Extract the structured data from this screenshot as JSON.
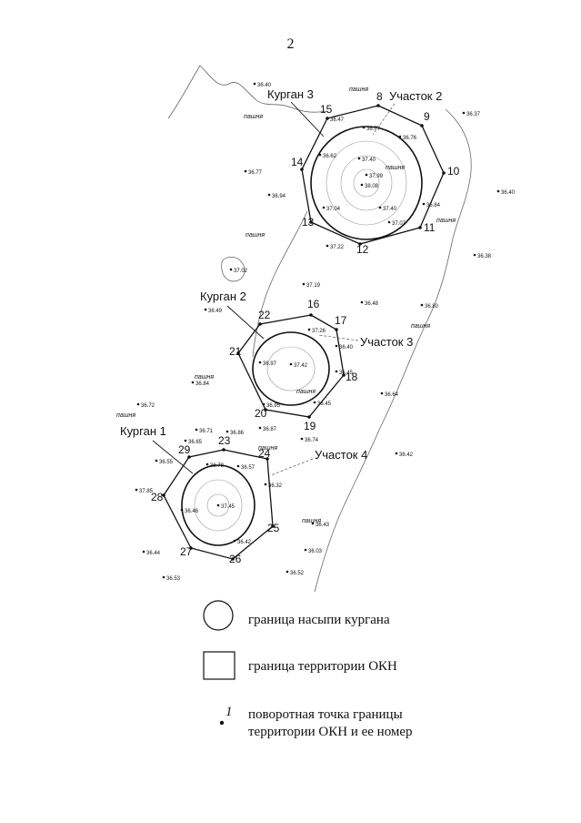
{
  "page_number": "2",
  "kurgans": [
    {
      "label": "Курган 3"
    },
    {
      "label": "Курган 2"
    },
    {
      "label": "Курган 1"
    }
  ],
  "sites": [
    {
      "label": "Участок 2"
    },
    {
      "label": "Участок 3"
    },
    {
      "label": "Участок 4"
    }
  ],
  "turning_points": [
    "8",
    "9",
    "10",
    "11",
    "12",
    "13",
    "14",
    "15",
    "16",
    "17",
    "18",
    "19",
    "20",
    "21",
    "22",
    "23",
    "24",
    "25",
    "26",
    "27",
    "28",
    "29"
  ],
  "terrain_labels": [
    "пашня",
    "пашня",
    "пашня",
    "пашня",
    "пашня",
    "пашня",
    "пашня",
    "пашня",
    "пашня",
    "пашня",
    "пашня"
  ],
  "elevations": [
    "36.40",
    "36.47",
    "36.77",
    "36.76",
    "36.37",
    "37.40",
    "36.62",
    "36.77",
    "36.94",
    "37.99",
    "38.08",
    "37.40",
    "36.84",
    "36.40",
    "37.04",
    "37.07",
    "37.22",
    "36.38",
    "37.02",
    "37.19",
    "36.48",
    "36.80",
    "37.26",
    "36.40",
    "36.49",
    "36.97",
    "37.42",
    "36.45",
    "36.84",
    "36.45",
    "36.72",
    "36.64",
    "36.95",
    "36.71",
    "36.87",
    "36.86",
    "36.74",
    "36.42",
    "36.65",
    "36.55",
    "36.78",
    "36.57",
    "37.85",
    "37.45",
    "36.32",
    "36.46",
    "36.43",
    "36.42",
    "36.03",
    "36.44",
    "36.53",
    "36.52"
  ],
  "legend": {
    "mound_boundary": "граница насыпи кургана",
    "territory_boundary": "граница территории ОКН",
    "turning_point_symbol": "1",
    "turning_point_line1": "поворотная точка границы",
    "turning_point_line2": "территории ОКН и ее номер"
  }
}
